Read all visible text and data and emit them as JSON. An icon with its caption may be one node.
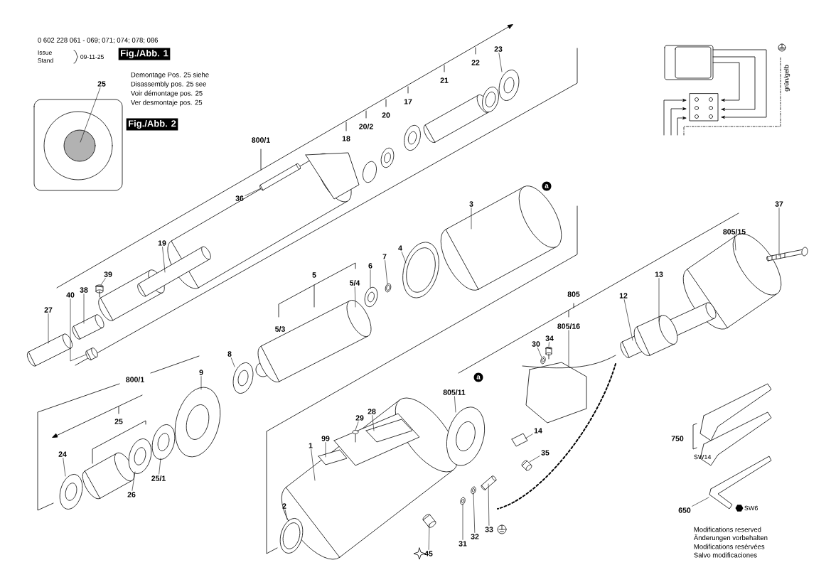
{
  "diagram": {
    "nodes": [
      {
        "text": [
          "Fig./Abb. 1"
        ]
      },
      {
        "text": [
          "Fig./Abb. 2"
        ]
      },
      {
        "text": [
          "a"
        ]
      },
      {
        "text": [
          "a"
        ]
      },
      {
        "text": [
          "25"
        ]
      },
      {
        "text": [
          "36"
        ]
      },
      {
        "text": [
          "23"
        ]
      },
      {
        "text": [
          "19"
        ]
      },
      {
        "text": [
          "39"
        ]
      },
      {
        "text": [
          "38"
        ]
      },
      {
        "text": [
          "40"
        ]
      },
      {
        "text": [
          "27"
        ]
      },
      {
        "text": [
          "3"
        ]
      },
      {
        "text": [
          "6"
        ]
      },
      {
        "text": [
          "7"
        ]
      },
      {
        "text": [
          "4"
        ]
      },
      {
        "text": [
          "5/4"
        ]
      },
      {
        "text": [
          "37"
        ]
      },
      {
        "text": [
          "805/15"
        ]
      },
      {
        "text": [
          "13"
        ]
      },
      {
        "text": [
          "12"
        ]
      },
      {
        "text": [
          "805/16"
        ]
      },
      {
        "text": [
          "34"
        ]
      },
      {
        "text": [
          "30"
        ]
      },
      {
        "text": [
          "8"
        ]
      },
      {
        "text": [
          "9"
        ]
      },
      {
        "text": [
          "24"
        ]
      },
      {
        "text": [
          "25/1"
        ]
      },
      {
        "text": [
          "26"
        ]
      },
      {
        "text": [
          "805/11"
        ]
      },
      {
        "text": [
          "28"
        ]
      },
      {
        "text": [
          "29"
        ]
      },
      {
        "text": [
          "99"
        ]
      },
      {
        "text": [
          "1"
        ]
      },
      {
        "text": [
          "14"
        ]
      },
      {
        "text": [
          "35"
        ]
      },
      {
        "text": [
          "650"
        ]
      },
      {
        "text": [
          "2"
        ]
      },
      {
        "text": [
          "31"
        ]
      },
      {
        "text": [
          "32"
        ]
      },
      {
        "text": [
          "33"
        ]
      },
      {
        "text": [
          "45"
        ]
      },
      {
        "text": [],
        "shape": "picture"
      },
      {
        "text": [],
        "shape": "picture"
      },
      {
        "text": [],
        "shape": "picture"
      },
      {
        "text": [],
        "shape": "picture"
      },
      {
        "text": [],
        "shape": "picture"
      },
      {
        "text": [],
        "shape": "picture"
      },
      {
        "text": [],
        "shape": "picture"
      },
      {
        "text": [],
        "shape": "picture"
      },
      {
        "text": [],
        "shape": "picture"
      },
      {
        "text": [],
        "shape": "picture"
      },
      {
        "text": [],
        "shape": "picture"
      },
      {
        "text": [],
        "shape": "picture"
      },
      {
        "text": [],
        "shape": "picture"
      },
      {
        "text": [],
        "shape": "picture"
      },
      {
        "text": [],
        "shape": "picture"
      },
      {
        "text": [],
        "shape": "picture",
        "in": 58
      },
      {
        "text": [],
        "shape": "picture"
      },
      {
        "text": [],
        "shape": "picture"
      },
      {
        "text": [],
        "shape": "picture"
      },
      {
        "text": [],
        "shape": "picture"
      },
      {
        "text": [],
        "shape": "picture"
      },
      {
        "text": [],
        "shape": "picture"
      },
      {
        "text": [],
        "shape": "picture"
      },
      {
        "text": [],
        "shape": "picture"
      },
      {
        "text": [],
        "shape": "picture"
      },
      {
        "text": [],
        "shape": "picture"
      },
      {
        "text": [],
        "shape": "picture",
        "in": 71
      },
      {
        "text": [],
        "shape": "picture",
        "in": 71
      },
      {
        "text": [],
        "shape": "picture",
        "in": 71
      },
      {
        "text": [],
        "shape": "picture"
      },
      {
        "text": [],
        "shape": "picture"
      },
      {
        "text": [],
        "shape": "picture"
      },
      {
        "text": [],
        "shape": "picture"
      },
      {
        "text": [],
        "shape": "picture"
      },
      {
        "text": [],
        "shape": "picture"
      },
      {
        "text": [],
        "shape": "picture"
      },
      {
        "text": [],
        "shape": "picture"
      },
      {
        "text": [],
        "shape": "picture"
      }
    ],
    "edges": [
      {
        "from": 4,
        "to": 42,
        "arrow": "none"
      },
      {
        "from": 5,
        "to": 43,
        "arrow": "none"
      },
      {
        "from": 6,
        "to": 44,
        "arrow": "none"
      },
      {
        "from": 7,
        "to": 45,
        "arrow": "none"
      },
      {
        "from": 8,
        "to": 46,
        "arrow": "none"
      },
      {
        "from": 9,
        "to": 47,
        "arrow": "none"
      },
      {
        "from": 10,
        "to": 48,
        "arrow": "none"
      },
      {
        "from": 11,
        "to": 49,
        "arrow": "none"
      },
      {
        "from": 12,
        "to": 50,
        "arrow": "none"
      },
      {
        "from": 13,
        "to": 51,
        "arrow": "none"
      },
      {
        "from": 14,
        "to": 52,
        "arrow": "none"
      },
      {
        "from": 15,
        "to": 53,
        "arrow": "none"
      },
      {
        "from": 16,
        "to": 54,
        "arrow": "none"
      },
      {
        "from": 17,
        "to": 55,
        "arrow": "none"
      },
      {
        "from": 18,
        "to": 56,
        "arrow": "none"
      },
      {
        "from": 19,
        "to": 57,
        "arrow": "none"
      },
      {
        "from": 20,
        "to": 58,
        "arrow": "none"
      },
      {
        "from": 21,
        "to": 59,
        "arrow": "none"
      },
      {
        "from": 22,
        "to": 60,
        "arrow": "none"
      },
      {
        "from": 23,
        "to": 61,
        "arrow": "none"
      },
      {
        "from": 24,
        "to": 62,
        "arrow": "none"
      },
      {
        "from": 25,
        "to": 63,
        "arrow": "none"
      },
      {
        "from": 26,
        "to": 64,
        "arrow": "none"
      },
      {
        "from": 27,
        "to": 65,
        "arrow": "none"
      },
      {
        "from": 28,
        "to": 66,
        "arrow": "none"
      },
      {
        "from": 29,
        "to": 67,
        "arrow": "none"
      },
      {
        "from": 30,
        "to": 68,
        "arrow": "none"
      },
      {
        "from": 31,
        "to": 69,
        "arrow": "none"
      },
      {
        "from": 32,
        "to": 70,
        "arrow": "none"
      },
      {
        "from": 33,
        "to": 71,
        "arrow": "none"
      },
      {
        "from": 34,
        "to": 72,
        "arrow": "none"
      },
      {
        "from": 35,
        "to": 73,
        "arrow": "none"
      },
      {
        "from": 36,
        "to": 74,
        "arrow": "none"
      },
      {
        "from": 37,
        "to": 75,
        "arrow": "none"
      },
      {
        "from": 38,
        "to": 76,
        "arrow": "none"
      },
      {
        "from": 39,
        "to": 77,
        "arrow": "none"
      },
      {
        "from": 40,
        "to": 78,
        "arrow": "none"
      },
      {
        "from": 41,
        "to": 79,
        "arrow": "none"
      }
    ],
    "labels": [
      "0 602 228 061 - 069; 071; 074; 078; 086",
      "Issue",
      "Stand",
      "09-11-25",
      "Demontage Pos. 25 siehe",
      "Disassembly pos. 25 see",
      "Voir démontage pos. 25",
      "Ver desmontaje pos. 25",
      "22",
      "21",
      "17",
      "20",
      "20/2",
      "18",
      "800/1",
      "5",
      "5/3",
      "805",
      "800/1",
      "25",
      "750",
      "grün/gelb",
      "SW14",
      "SW6",
      "Modifications reserved",
      "Änderungen vorbehalten",
      "Modifications resérvées",
      "Salvo modificaciones"
    ]
  }
}
